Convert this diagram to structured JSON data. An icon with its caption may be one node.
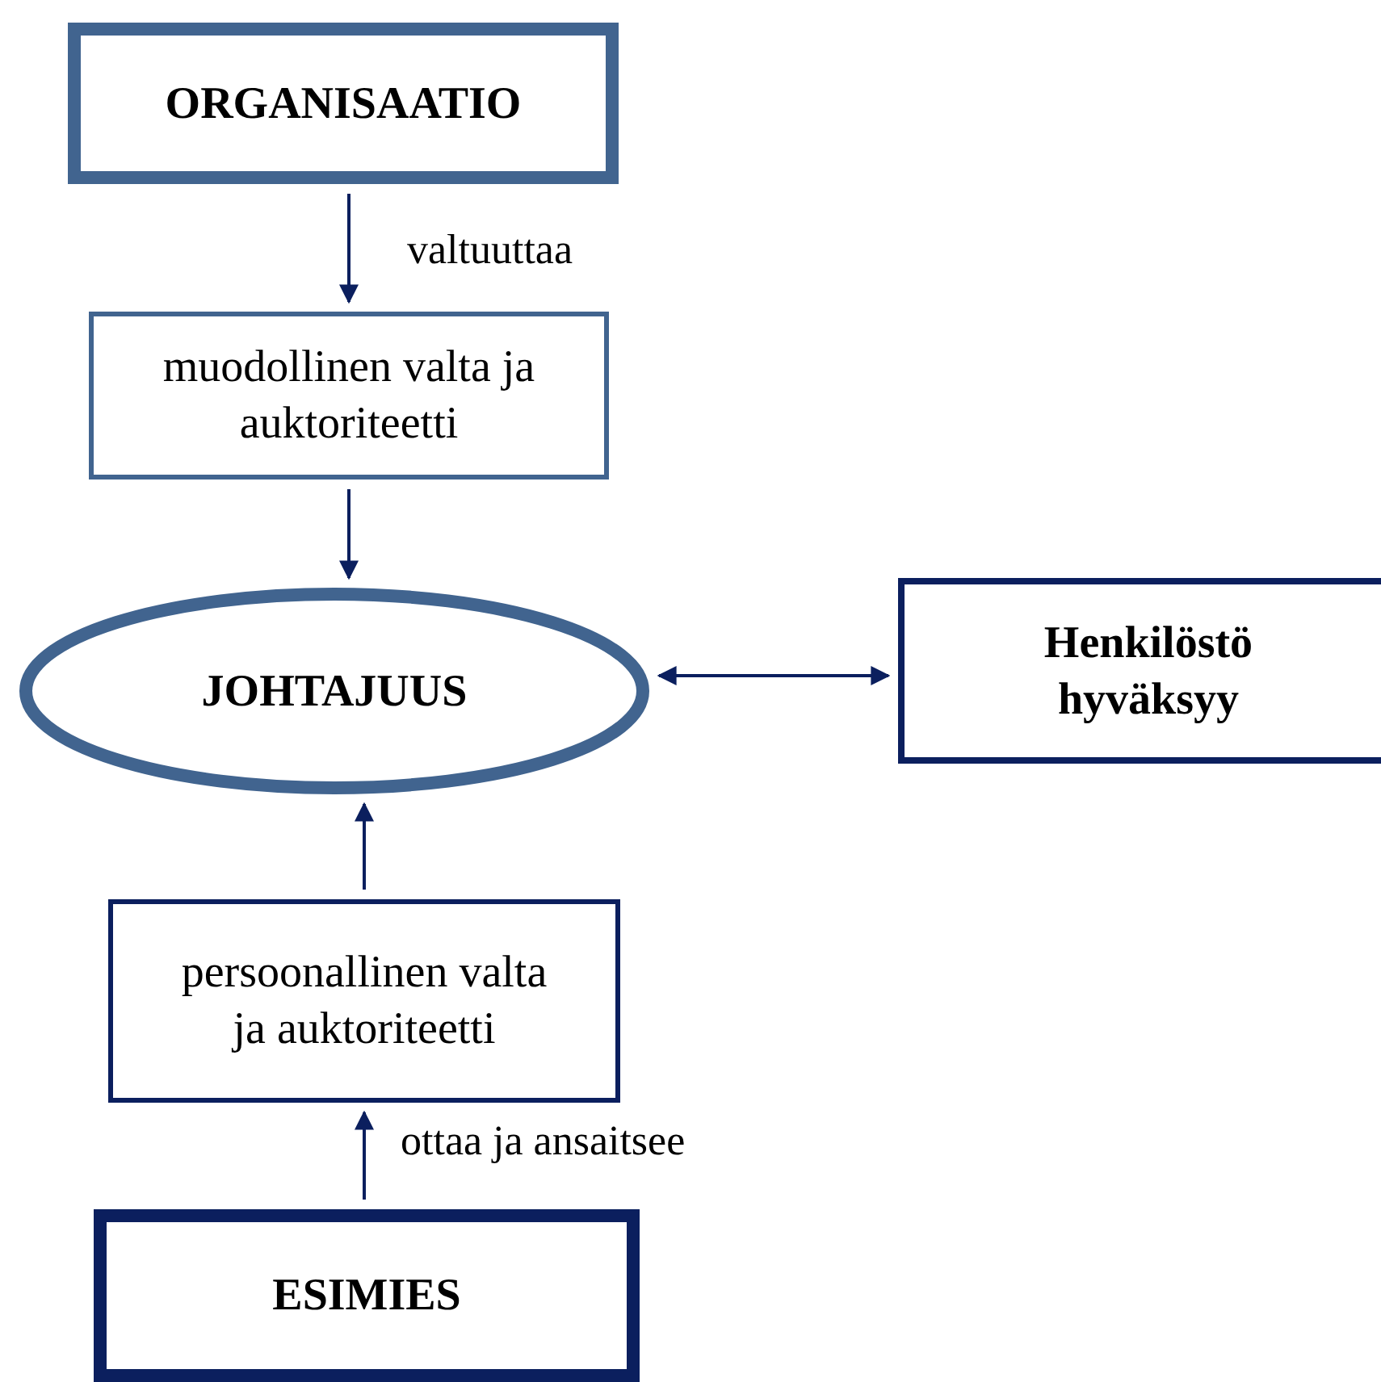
{
  "diagram": {
    "nodes": [
      {
        "text": [
          "ORGANISAATIO"
        ]
      },
      {
        "text": [
          "muodollinen valta ja auktoriteetti"
        ]
      },
      {
        "text": [
          "JOHTAJUUS"
        ]
      },
      {
        "text": [
          "Henkilöstö hyväksyy"
        ]
      },
      {
        "text": [
          "persoonallinen valta ja auktoriteetti"
        ]
      },
      {
        "text": [
          "ESIMIES"
        ]
      }
    ],
    "edges": [
      {
        "from": 0,
        "to": 1,
        "arrow": "to",
        "label": "valtuuttaa"
      },
      {
        "from": 1,
        "to": 2,
        "arrow": "to"
      },
      {
        "from": 2,
        "to": 3,
        "arrow": "both"
      },
      {
        "from": 4,
        "to": 2,
        "arrow": "to"
      },
      {
        "from": 5,
        "to": 4,
        "arrow": "to",
        "label": "ottaa ja ansaitsee"
      }
    ]
  }
}
